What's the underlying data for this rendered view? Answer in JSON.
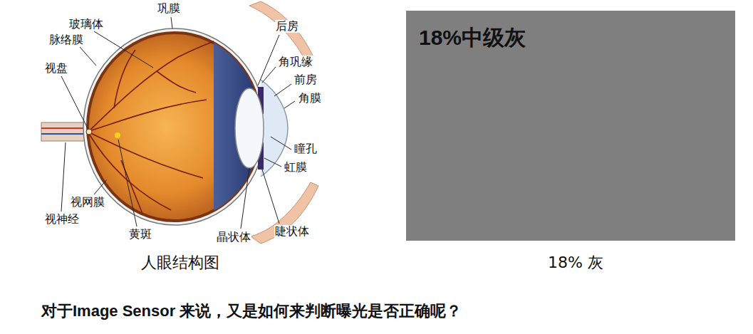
{
  "diagram": {
    "nodes": [
      {
        "text": [
          "18%中级灰"
        ]
      }
    ],
    "labels": [
      "巩膜",
      "玻璃体",
      "脉络膜",
      "视盘",
      "后房",
      "角巩缘",
      "前房",
      "角膜",
      "瞳孔",
      "虹膜",
      "视网膜",
      "视神经",
      "黄斑",
      "晶状体",
      "睫状体",
      "人眼结构图",
      "18% 灰",
      "对于Image Sensor 来说，又是如何来判断曝光是否正确呢？"
    ]
  }
}
